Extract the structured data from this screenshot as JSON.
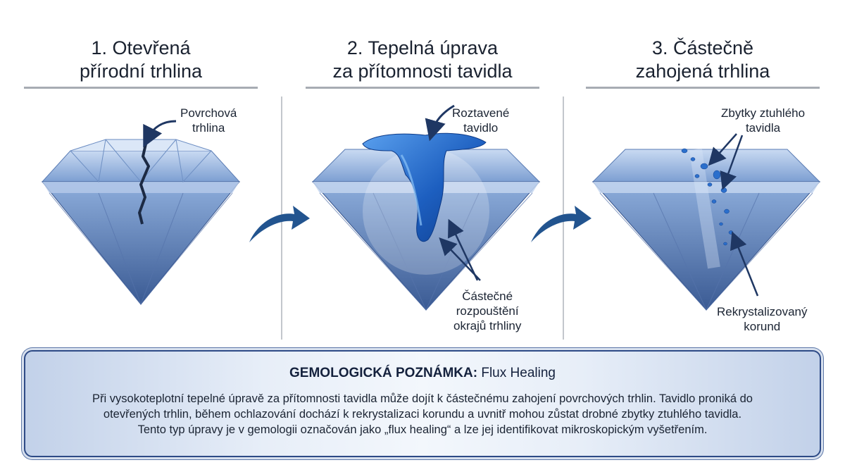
{
  "panels": [
    {
      "title_line1": "1. Otevřená",
      "title_line2": "přírodní trhlina",
      "label1_line1": "Povrchová",
      "label1_line2": "trhlina"
    },
    {
      "title_line1": "2. Tepelná úprava",
      "title_line2": "za přítomnosti tavidla",
      "label1_line1": "Roztavené",
      "label1_line2": "tavidlo",
      "label2_line1": "Částečné",
      "label2_line2": "rozpouštění",
      "label2_line3": "okrajů trhliny"
    },
    {
      "title_line1": "3. Částečně",
      "title_line2": "zahojená trhlina",
      "label1_line1": "Zbytky ztuhlého",
      "label1_line2": "tavidla",
      "label2_line1": "Rekrystalizovaný",
      "label2_line2": "korund"
    }
  ],
  "note": {
    "title_bold": "GEMOLOGICKÁ POZNÁMKA:",
    "title_rest": " Flux Healing",
    "line1": "Při vysokoteplotní tepelné úpravě za přítomnosti tavidla může dojít k částečnému zahojení povrchových trhlin. Tavidlo proniká do",
    "line2": "otevřených trhlin, během ochlazování dochází k rekrystalizaci korundu a uvnitř mohou zůstat drobné zbytky ztuhlého tavidla.",
    "line3": "Tento typ úpravy je v gemologii označován jako „flux healing“ a lze jej identifikovat mikroskopickým vyšetřením."
  },
  "colors": {
    "gem_light": "#cfe0f5",
    "gem_mid": "#7fa3d6",
    "gem_dark": "#3d5f9c",
    "flux": "#1f63c2",
    "arrow": "#22548f",
    "rule": "#a7acb3",
    "note_border": "#2d4a86"
  }
}
